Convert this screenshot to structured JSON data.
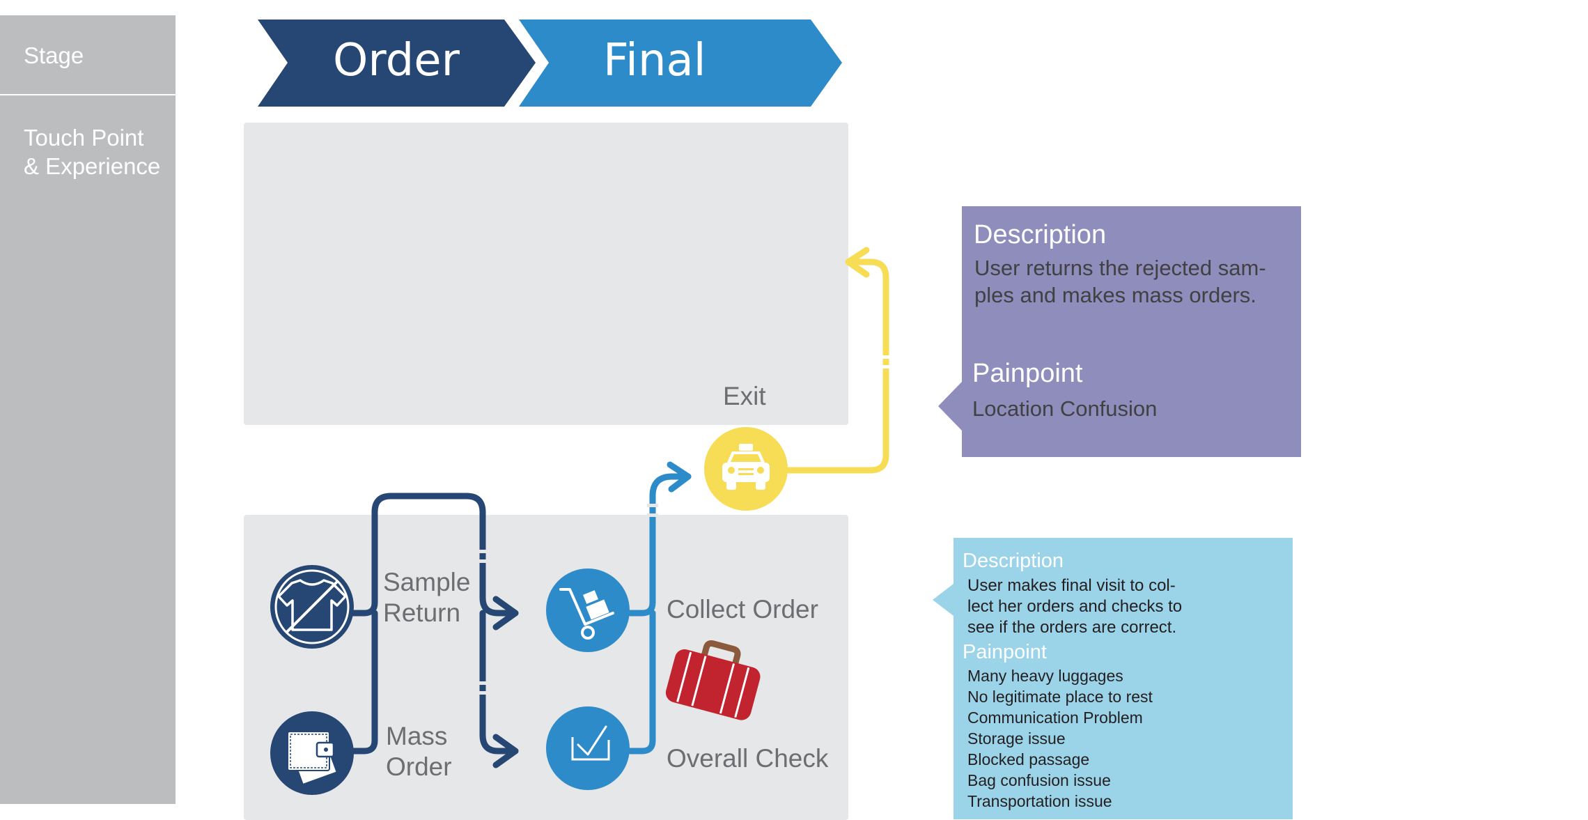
{
  "sidebar": {
    "stage_label": "Stage",
    "touchpoint_line1": "Touch Point",
    "touchpoint_line2": "& Experience"
  },
  "stages": [
    {
      "label": "Order",
      "color": "#264673"
    },
    {
      "label": "Final",
      "color": "#2e8bc9"
    }
  ],
  "touchpoints": {
    "exit": "Exit",
    "sample_return": [
      "Sample",
      "Return"
    ],
    "mass_order": [
      "Mass",
      "Order"
    ],
    "collect_order": "Collect Order",
    "overall_check": "Overall Check"
  },
  "icons": {
    "no-clothes": "no-clothes-icon",
    "wallet": "wallet-icon",
    "cart": "hand-truck-icon",
    "check": "checkbox-icon",
    "taxi": "taxi-icon",
    "luggage": "suitcase-icon"
  },
  "box_exit": {
    "color": "#8e8dbc",
    "description_title": "Description",
    "description_lines": [
      "User returns the rejected sam-",
      "ples and makes mass orders."
    ],
    "painpoint_title": "Painpoint",
    "painpoint_text": "Location Confusion"
  },
  "box_final": {
    "color": "#9bd3e8",
    "description_title": "Description",
    "description_lines": [
      "User makes final visit to col-",
      "lect her orders and checks to",
      "see if the orders are correct."
    ],
    "painpoint_title": "Painpoint",
    "painpoints": [
      "Many heavy luggages",
      "No legitimate place to rest",
      "Communication Problem",
      "Storage issue",
      "Blocked passage",
      "Bag confusion issue",
      "Transportation issue"
    ]
  },
  "colors": {
    "dark_blue": "#264673",
    "mid_blue": "#2e8bc9",
    "yellow": "#f7dd55",
    "red": "#c1232f",
    "brown": "#8b5a3c"
  }
}
